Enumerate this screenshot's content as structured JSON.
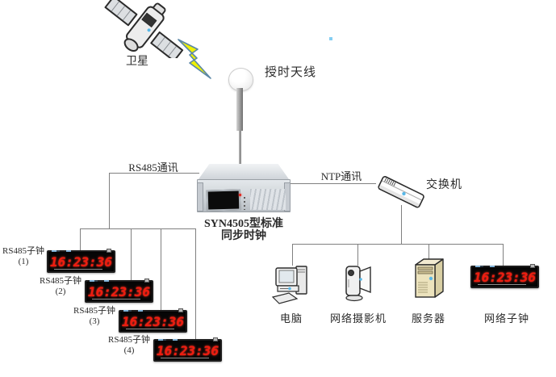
{
  "nodes": {
    "satellite": {
      "label": "卫星"
    },
    "antenna": {
      "label": "授时天线"
    },
    "device": {
      "label_line1": "SYN4505型标准",
      "label_line2": "同步时钟"
    },
    "switch": {
      "label": "交换机"
    },
    "computer": {
      "label": "电脑"
    },
    "camera": {
      "label": "网络摄影机"
    },
    "server": {
      "label": "服务器"
    }
  },
  "links": {
    "rs485": {
      "label": "RS485通讯"
    },
    "ntp": {
      "label": "NTP通讯"
    }
  },
  "rs485_clocks": [
    {
      "label": "RS485子钟",
      "number": "(1)",
      "time": "16:23:36"
    },
    {
      "label": "RS485子钟",
      "number": "(2)",
      "time": "16:23:36"
    },
    {
      "label": "RS485子钟",
      "number": "(3)",
      "time": "16:23:36"
    },
    {
      "label": "RS485子钟",
      "number": "(4)",
      "time": "16:23:36"
    }
  ],
  "network_clock": {
    "label": "网络子钟",
    "time": "16:23:36"
  },
  "colors": {
    "led_red": "#ee1c0f",
    "connector_gray": "#808080",
    "lightning_yellow": "#eef005",
    "lightning_outline": "#5b87a6",
    "accent_blue": "#58b8e8",
    "chassis_silver": "#d5dade",
    "server_beige": "#ece3bd"
  }
}
